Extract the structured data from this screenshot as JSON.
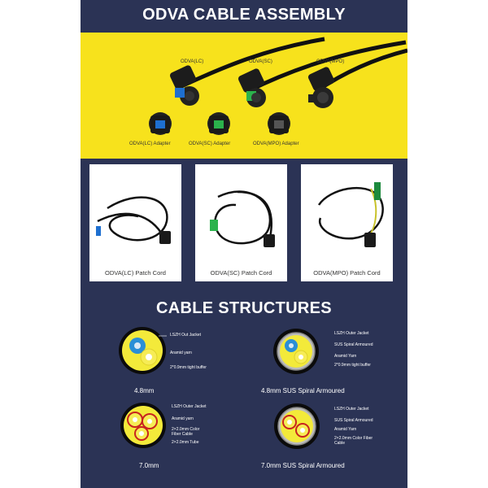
{
  "title_assembly": "ODVA CABLE ASSEMBLY",
  "assembly": {
    "connectors": [
      "ODVA(LC)",
      "ODVA(SC)",
      "ODVA(MPO)"
    ],
    "adapters": [
      "ODVA(LC) Adapter",
      "ODVA(SC) Adapter",
      "ODVA(MPO) Adapter"
    ]
  },
  "patch_cords": [
    {
      "label": "ODVA(LC) Patch Cord",
      "icon": "lc-patch-cord-icon"
    },
    {
      "label": "ODVA(SC) Patch Cord",
      "icon": "sc-patch-cord-icon"
    },
    {
      "label": "ODVA(MPO) Patch Cord",
      "icon": "mpo-patch-cord-icon"
    }
  ],
  "title_structures": "CABLE STRUCTURES",
  "structures": [
    {
      "size": "4.8mm",
      "labels": [
        "LSZH Out Jacket",
        "Aramid yarn",
        "2*0.9mm tight buffer"
      ]
    },
    {
      "size": "4.8mm SUS Spiral Armoured",
      "labels": [
        "LSZH Outer Jacket",
        "SUS Spiral Armoured",
        "Aramid Yarn",
        "2*0.9mm tight buffer"
      ]
    },
    {
      "size": "7.0mm",
      "labels": [
        "LSZH Outer Jacket",
        "Aramid yarn",
        "2×2.0mm Color Fiber Cable",
        "2×2.0mm Tube"
      ]
    },
    {
      "size": "7.0mm SUS Spiral Armoured",
      "labels": [
        "LSZH Outer Jacket",
        "SUS Spiral Armoured",
        "Aramid Yarn",
        "2×2.0mm Color Fiber Cable"
      ]
    }
  ],
  "colors": {
    "panel": "#2b3355",
    "band": "#f7e21c",
    "fiber_blue": "#2a8fd6",
    "fiber_yellow": "#f3ea3a"
  }
}
